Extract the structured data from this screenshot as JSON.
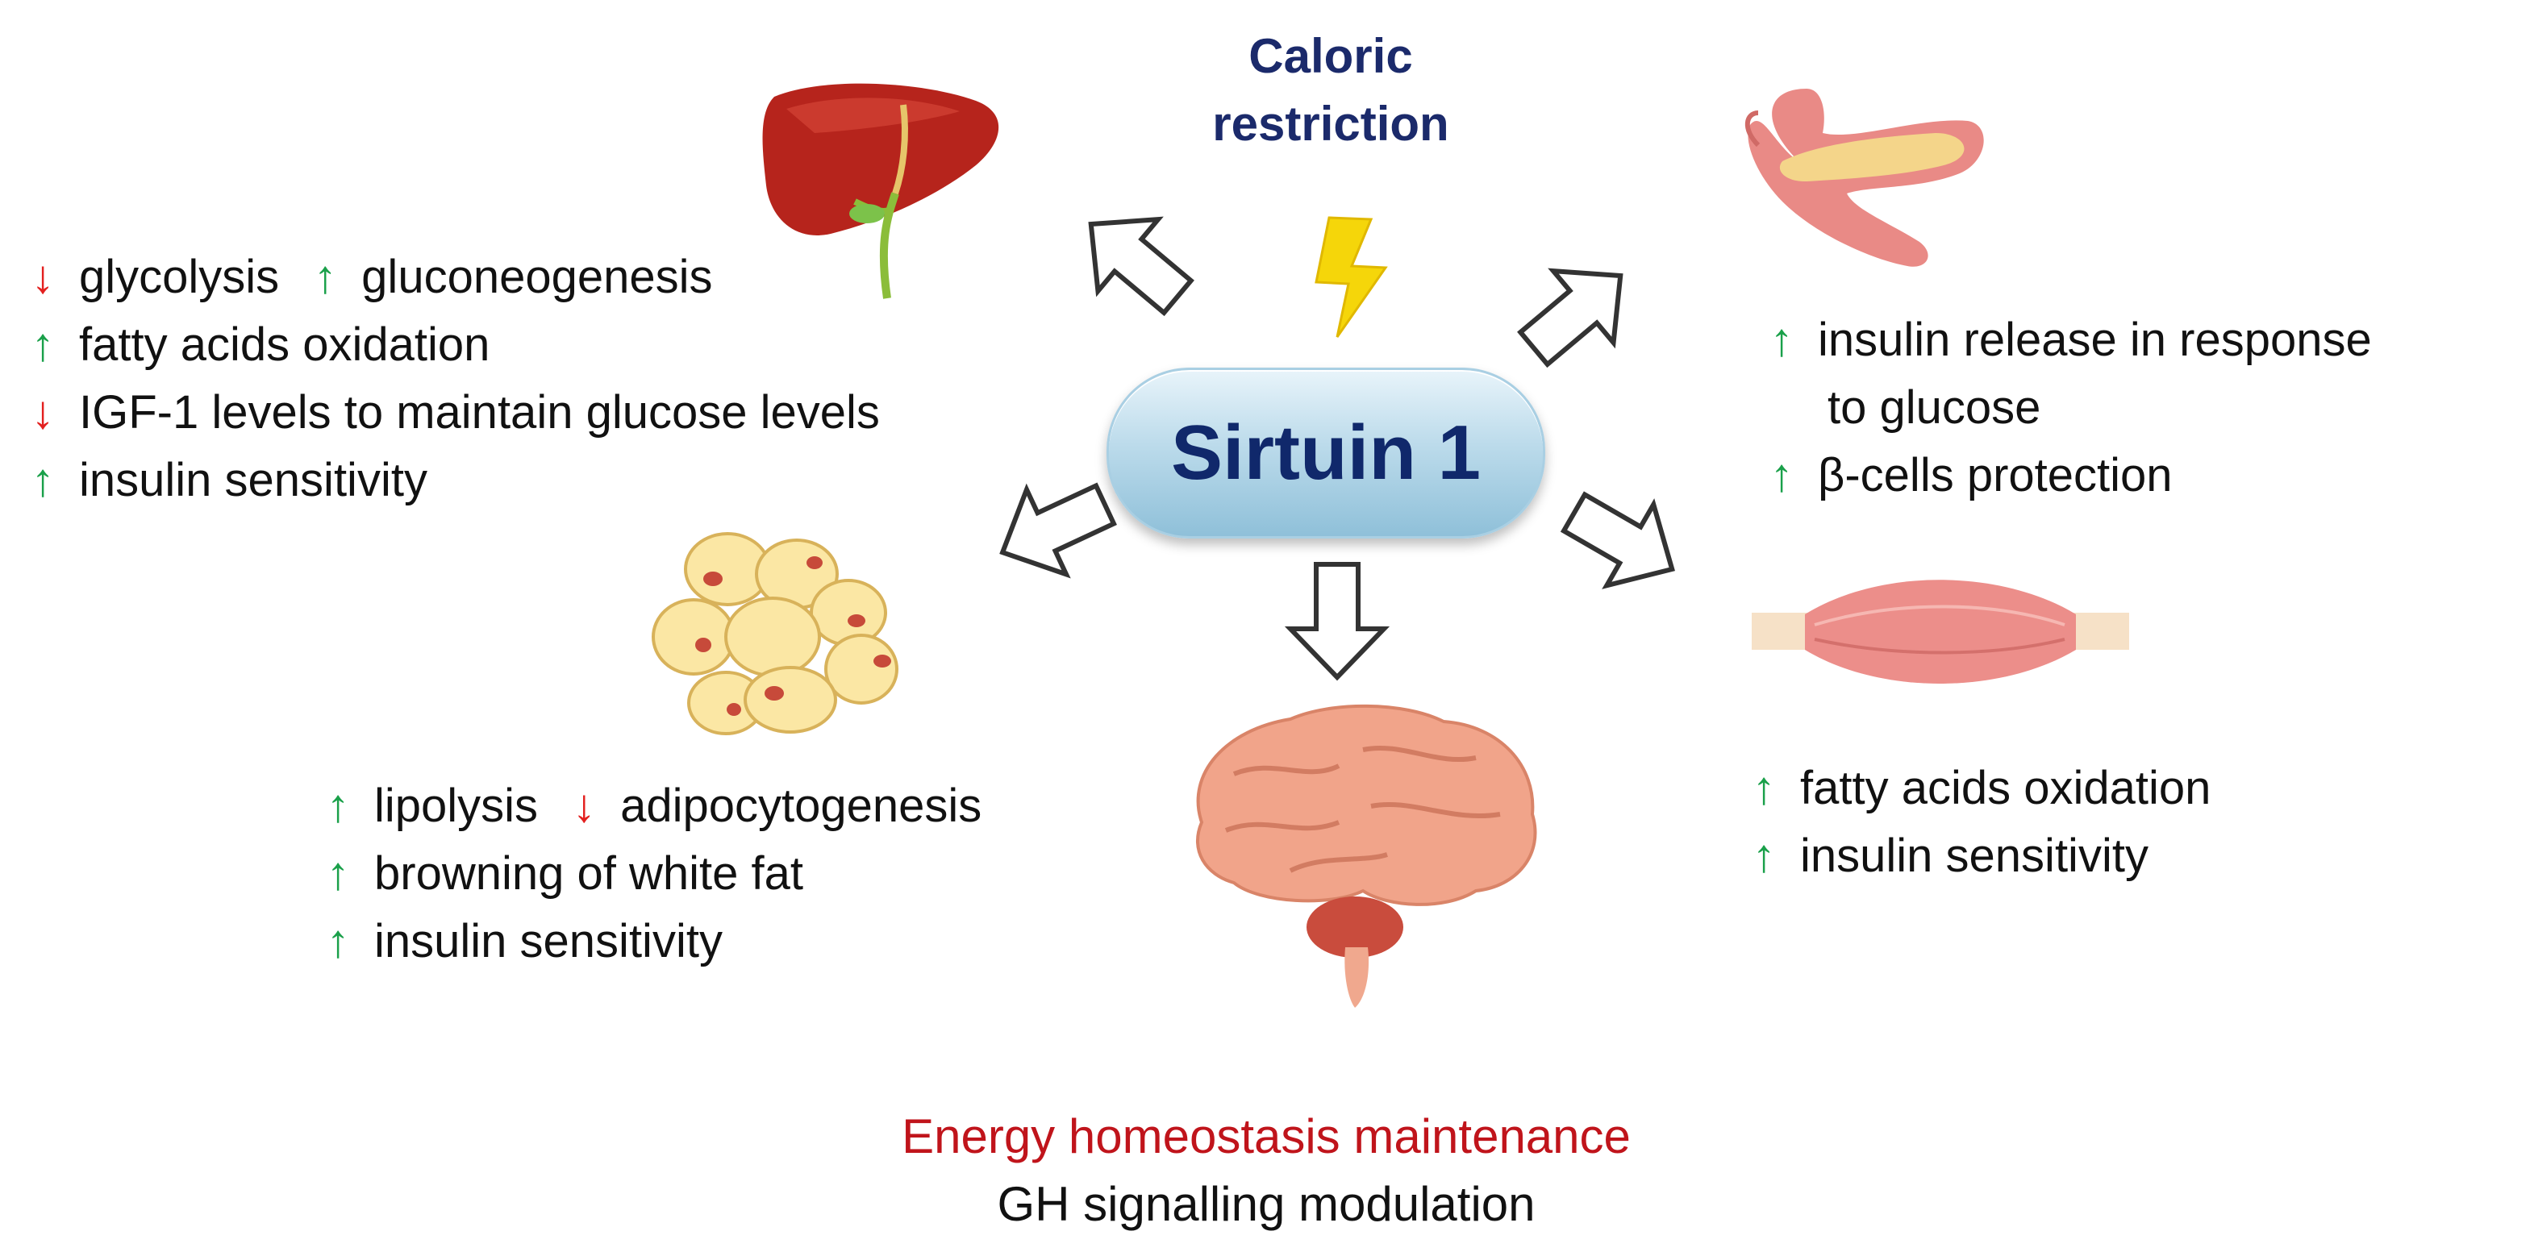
{
  "center": {
    "label": "Sirtuin 1"
  },
  "stimulus": {
    "label": "Caloric restriction"
  },
  "liver": {
    "lines": [
      [
        {
          "arrow": "down",
          "text": "glycolysis"
        },
        {
          "arrow": "up",
          "text": "gluconeogenesis"
        }
      ],
      [
        {
          "arrow": "up",
          "text": "fatty acids oxidation"
        }
      ],
      [
        {
          "arrow": "down",
          "text": "IGF-1 levels to maintain glucose levels"
        }
      ],
      [
        {
          "arrow": "up",
          "text": "insulin sensitivity"
        }
      ]
    ]
  },
  "pancreas": {
    "lines": [
      [
        {
          "arrow": "up",
          "text": "insulin release in response"
        }
      ],
      [
        {
          "arrow": "",
          "text": "to glucose"
        }
      ],
      [
        {
          "arrow": "up",
          "text": "β-cells protection"
        }
      ]
    ]
  },
  "adipose": {
    "lines": [
      [
        {
          "arrow": "up",
          "text": "lipolysis"
        },
        {
          "arrow": "down",
          "text": "adipocytogenesis"
        }
      ],
      [
        {
          "arrow": "up",
          "text": "browning of white fat"
        }
      ],
      [
        {
          "arrow": "up",
          "text": "insulin sensitivity"
        }
      ]
    ]
  },
  "muscle": {
    "lines": [
      [
        {
          "arrow": "up",
          "text": "fatty acids oxidation"
        }
      ],
      [
        {
          "arrow": "up",
          "text": "insulin sensitivity"
        }
      ]
    ]
  },
  "brain": {
    "energy": "Energy homeostasis maintenance",
    "gh": "GH signalling modulation"
  },
  "colors": {
    "up": "#1aa04a",
    "down": "#e3201f",
    "title": "#1b2a6b",
    "energy": "#c0141b"
  }
}
